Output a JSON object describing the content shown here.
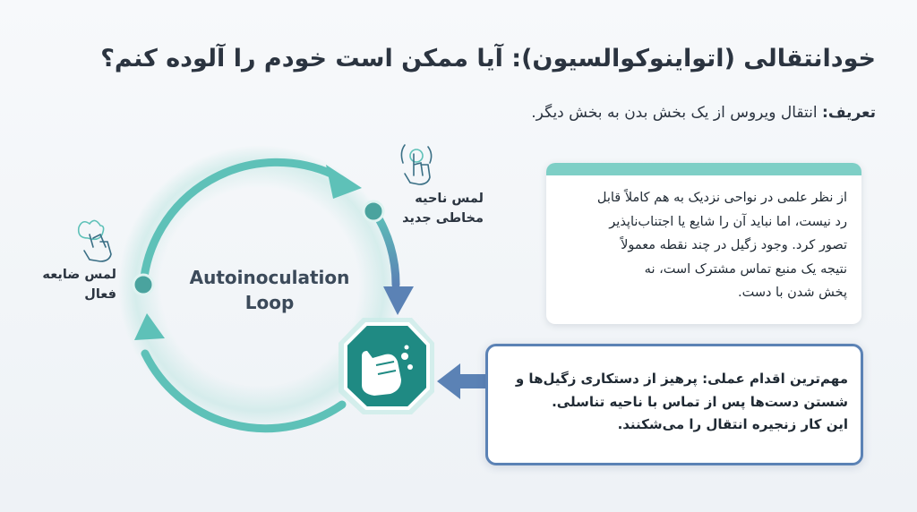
{
  "title": "خودانتقالی (اتواینوکوالسیون): آیا ممکن است خودم را آلوده کنم؟",
  "definition": {
    "label": "تعریف:",
    "text": "انتقال ویروس از یک بخش بدن به بخش دیگر."
  },
  "diagram": {
    "loop_label_line1": "Autoinoculation",
    "loop_label_line2": "Loop",
    "node_new_area": {
      "line1": "لمس ناحیه",
      "line2": "مخاطی جدید",
      "icon": "finger-touch-icon"
    },
    "node_active_lesion": {
      "line1": "لمس ضایعه",
      "line2": "فعال",
      "icon": "hand-touch-icon"
    },
    "stop_icon": "hand-washing-stop-icon",
    "colors": {
      "teal": "#5ec1b8",
      "blue": "#5b82b5",
      "stop_fill": "#1f8a83",
      "node": "#4aa39e"
    }
  },
  "note_card": {
    "accent_color": "#7ecfc6",
    "lines": [
      "از نظر علمی در نواحی نزدیک به هم کاملاً قابل",
      "رد نیست، اما نباید آن را شایع یا اجتناب‌ناپذیر",
      "تصور کرد. وجود زگیل در چند نقطه معمولاً",
      "نتیجه یک منبع تماس مشترک است، نه",
      "پخش شدن با دست."
    ]
  },
  "action_card": {
    "border_color": "#5b82b5",
    "lines": [
      "مهم‌ترین اقدام عملی: پرهیز از دستکاری زگیل‌ها و",
      "شستن دست‌ها پس از تماس با ناحیه تناسلی.",
      "این کار زنجیره انتقال را می‌شکنند."
    ]
  }
}
